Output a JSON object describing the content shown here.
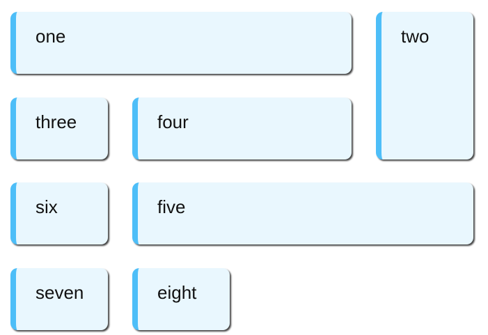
{
  "cards": {
    "one": "one",
    "two": "two",
    "three": "three",
    "four": "four",
    "five": "five",
    "six": "six",
    "seven": "seven",
    "eight": "eight"
  },
  "colors": {
    "card_background": "#e9f7fe",
    "accent_border": "#4dbef8",
    "text": "#111111"
  }
}
